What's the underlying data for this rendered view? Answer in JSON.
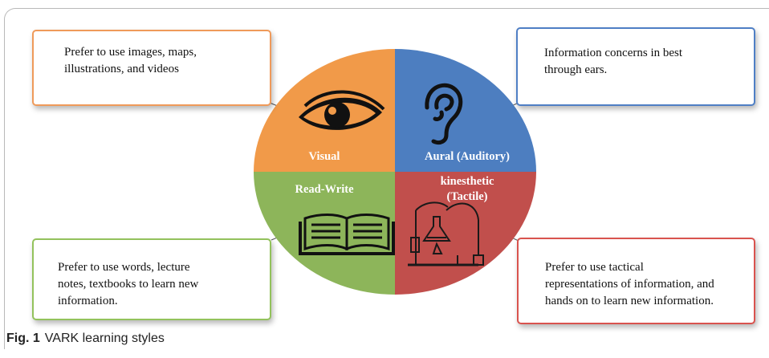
{
  "caption": {
    "prefix": "Fig. 1",
    "text": "VARK learning styles"
  },
  "quadrants": {
    "visual": {
      "label": "Visual",
      "color": "#f19a49"
    },
    "aural": {
      "label": "Aural (Auditory)",
      "color": "#4d7ec0"
    },
    "read_write": {
      "label": "Read-Write",
      "color": "#8db55a"
    },
    "kinesthetic": {
      "label_line1": "kinesthetic",
      "label_line2": "(Tactile)",
      "color": "#c14f4c"
    }
  },
  "callouts": {
    "visual": {
      "lines": [
        "Prefer to use images, maps,",
        "illustrations, and videos"
      ]
    },
    "aural": {
      "lines": [
        "Information concerns in best",
        "through ears."
      ]
    },
    "read_write": {
      "lines": [
        "Prefer to use words, lecture",
        "notes, textbooks to learn new",
        "information."
      ]
    },
    "kinesthetic": {
      "lines": [
        "Prefer to use tactical",
        "representations of information, and",
        "hands on to learn new information."
      ]
    }
  },
  "icons": {
    "visual": "eye-icon",
    "aural": "ear-icon",
    "read_write": "open-book-icon",
    "kinesthetic": "lab-apparatus-icon"
  }
}
